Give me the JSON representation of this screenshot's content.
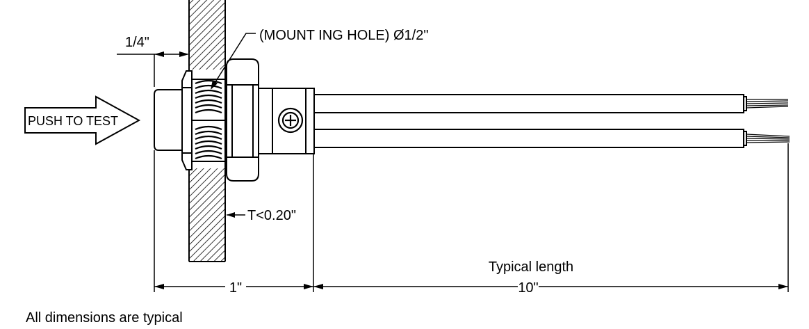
{
  "labels": {
    "quarter_inch": "1/4\"",
    "mounting_hole": "(MOUNT ING HOLE) Ø1/2\"",
    "push_to_test": "PUSH TO TEST",
    "thickness": "T<0.20\"",
    "typical_length": "Typical length",
    "dim_one_inch": "1\"",
    "dim_ten_inch": "10\""
  },
  "footnote": "All dimensions are typical"
}
